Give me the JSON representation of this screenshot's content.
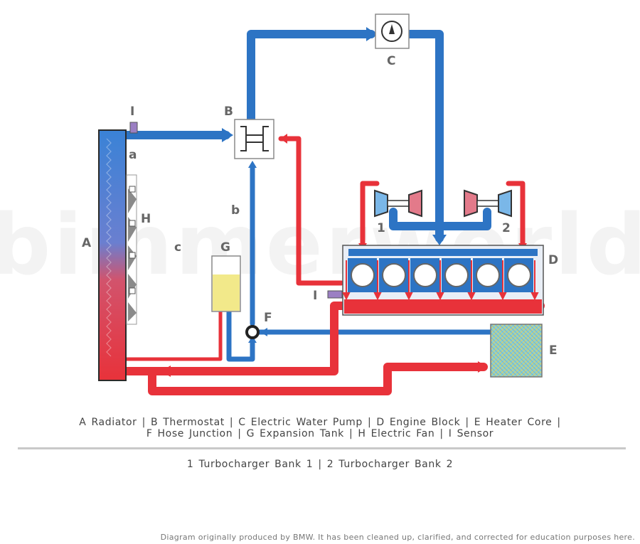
{
  "watermark": "bimmerworld",
  "labels": {
    "A": "A",
    "B": "B",
    "C": "C",
    "D": "D",
    "E": "E",
    "F": "F",
    "G": "G",
    "H": "H",
    "I_top": "I",
    "I_engine": "I",
    "a": "a",
    "b": "b",
    "c": "c",
    "turbo1": "1",
    "turbo2": "2"
  },
  "legend": {
    "line1": [
      {
        "key": "A",
        "name": "Radiator"
      },
      {
        "key": "B",
        "name": "Thermostat"
      },
      {
        "key": "C",
        "name": "Electric Water Pump"
      },
      {
        "key": "D",
        "name": "Engine Block"
      },
      {
        "key": "E",
        "name": "Heater Core"
      }
    ],
    "line2": [
      {
        "key": "F",
        "name": "Hose Junction"
      },
      {
        "key": "G",
        "name": "Expansion Tank"
      },
      {
        "key": "H",
        "name": "Electric Fan"
      },
      {
        "key": "I",
        "name": "Sensor"
      }
    ],
    "separator": "|",
    "line3": [
      {
        "key": "1",
        "name": "Turbocharger Bank 1"
      },
      {
        "key": "2",
        "name": "Turbocharger Bank 2"
      }
    ]
  },
  "credit": "Diagram originally produced by BMW. It has been cleaned up, clarified, and corrected for education purposes here.",
  "colors": {
    "cold": "#2d74c4",
    "hot": "#e8323a",
    "label": "#666666",
    "tank_fluid": "#f2e98a",
    "heater_core": "#8fd0c8",
    "sensor": "#9b7fc3"
  }
}
